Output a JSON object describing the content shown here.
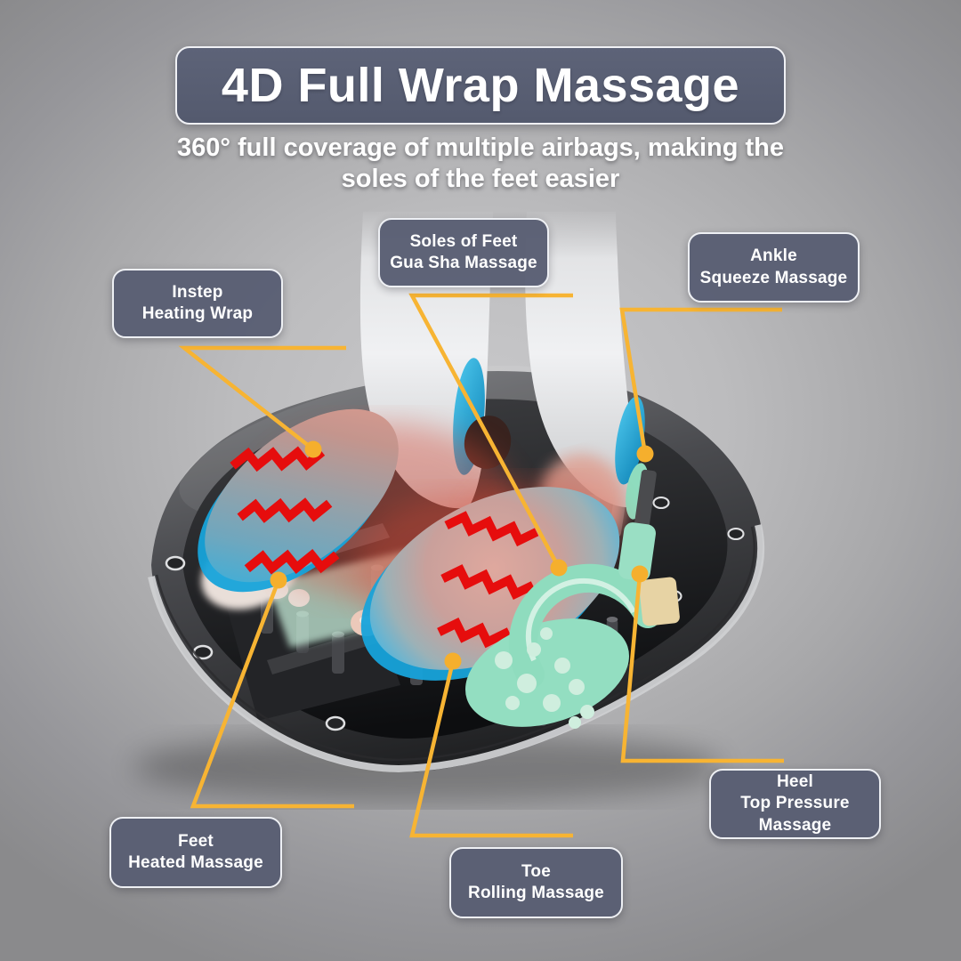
{
  "title": "4D Full Wrap Massage",
  "subtitle": "360° full coverage of multiple airbags, making the\nsoles of the feet easier",
  "callouts": [
    {
      "id": "instep",
      "label": "Instep\nHeating Wrap"
    },
    {
      "id": "soles",
      "label": "Soles of Feet\nGua Sha Massage"
    },
    {
      "id": "ankle",
      "label": "Ankle\nSqueeze Massage"
    },
    {
      "id": "heel",
      "label": "Heel\nTop Pressure\nMassage"
    },
    {
      "id": "feet",
      "label": "Feet\nHeated Massage"
    },
    {
      "id": "toe",
      "label": "Toe\nRolling Massage"
    }
  ],
  "colors": {
    "connector_line": "#F7B433",
    "connector_dot": "#F5AF2D",
    "callout_background": "#585E73",
    "callout_border": "#EEF0F4",
    "banner_background": "#575D73",
    "heat_wave_red": "#E60D0D",
    "heat_pad_blue": "#2FB3E3",
    "roller_mint": "#8FDCBE",
    "text": "#FFFFFF"
  }
}
